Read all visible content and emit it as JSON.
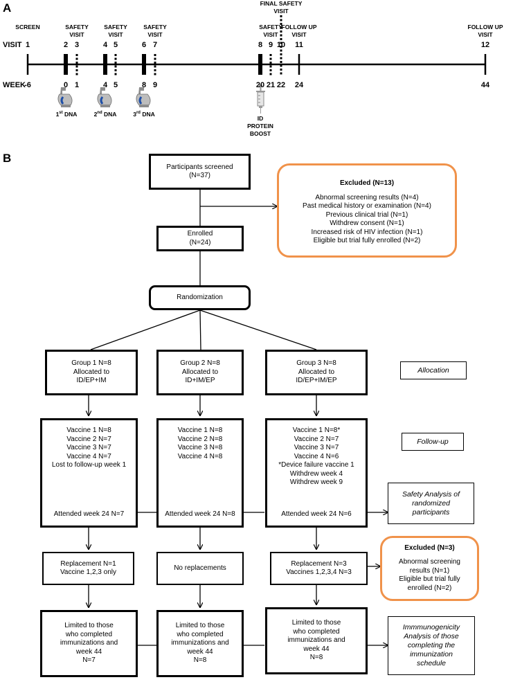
{
  "panel_a": {
    "label": "A",
    "row_visit": "VISIT",
    "row_week": "WEEK",
    "visit_labels": [
      {
        "text": "SCREEN"
      },
      {
        "text": "SAFETY\nVISIT"
      },
      {
        "text": "SAFETY\nVISIT"
      },
      {
        "text": "SAFETY\nVISIT"
      },
      {
        "text": "SAFETY\nVISIT"
      },
      {
        "text": "FINAL SAFETY\nVISIT"
      },
      {
        "text": "FOLLOW UP\nVISIT"
      },
      {
        "text": "FOLLOW UP\nVISIT"
      }
    ],
    "visits": [
      "1",
      "2",
      "3",
      "4",
      "5",
      "6",
      "7",
      "8",
      "9",
      "10",
      "11",
      "12"
    ],
    "weeks": [
      "-6",
      "0",
      "1",
      "4",
      "5",
      "8",
      "9",
      "20",
      "21",
      "22",
      "24",
      "44"
    ],
    "doses": [
      {
        "ordinal": "1",
        "suffix": "st",
        "text": " DNA"
      },
      {
        "ordinal": "2",
        "suffix": "nd",
        "text": " DNA"
      },
      {
        "ordinal": "3",
        "suffix": "rd",
        "text": " DNA"
      }
    ],
    "boost_label": [
      "ID",
      "PROTEIN",
      "BOOST"
    ]
  },
  "panel_b": {
    "label": "B",
    "screened": [
      "Participants screened",
      "(N=37)"
    ],
    "excluded_1": {
      "title": "Excluded (N=13)",
      "items": [
        "Abnormal screening results (N=4)",
        "Past medical history or examination (N=4)",
        "Previous clinical trial (N=1)",
        "Withdrew consent (N=1)",
        "Increased risk of HIV infection (N=1)",
        "Eligible but trial fully enrolled (N=2)"
      ]
    },
    "enrolled": [
      "Enrolled",
      "(N=24)"
    ],
    "randomization": "Randomization",
    "groups": [
      [
        "Group 1 N=8",
        "Allocated to",
        "ID/EP+IM"
      ],
      [
        "Group 2 N=8",
        "Allocated to",
        "ID+IM/EP"
      ],
      [
        "Group 3 N=8",
        "Allocated to",
        "ID/EP+IM/EP"
      ]
    ],
    "allocation_label": "Allocation",
    "followup_label": "Follow-up",
    "followups": [
      {
        "lines": [
          "Vaccine 1 N=8",
          "Vaccine 2 N=7",
          "Vaccine 3 N=7",
          "Vaccine 4 N=7",
          "Lost to follow-up week 1"
        ],
        "attended": "Attended week 24 N=7"
      },
      {
        "lines": [
          "Vaccine 1 N=8",
          "Vaccine 2 N=8",
          "Vaccine 3 N=8",
          "Vaccine 4 N=8"
        ],
        "attended": "Attended week 24 N=8"
      },
      {
        "lines": [
          "Vaccine 1 N=8*",
          "Vaccine 2 N=7",
          "Vaccine 3 N=7",
          "Vaccine 4 N=6",
          "*Device failure vaccine 1",
          "Withdrew week 4",
          "Withdrew week 9"
        ],
        "attended": "Attended week 24 N=6"
      }
    ],
    "safety_analysis": [
      "Safety Analysis of",
      "randomized",
      "participants"
    ],
    "replacements": [
      [
        "Replacement N=1",
        "Vaccine 1,2,3 only"
      ],
      [
        "No replacements"
      ],
      [
        "Replacement N=3",
        "Vaccines 1,2,3,4 N=3"
      ]
    ],
    "excluded_2": {
      "title": "Excluded (N=3)",
      "items": [
        "Abnormal screening",
        "results (N=1)",
        "Eligible but trial fully",
        "enrolled (N=2)"
      ]
    },
    "limited": [
      [
        "Limited to those",
        "who completed",
        "immunizations and",
        "week 44",
        "N=7"
      ],
      [
        "Limited to those",
        "who completed",
        "immunizations and",
        "week 44",
        "N=8"
      ],
      [
        "Limited to those",
        "who completed",
        "immunizations and",
        "week 44",
        "N=8"
      ]
    ],
    "immunogenicity": [
      "Immmunogenicity",
      "Analysis of those",
      "completing the",
      "immunization",
      "schedule"
    ]
  },
  "colors": {
    "line": "#000000",
    "orange_border": "#f0924a",
    "device_body": "#a9a9a9",
    "device_tip": "#1f4fa6",
    "syringe": "#9a9a9a"
  },
  "icons": {
    "dna_device": "electroporation-device-icon",
    "syringe": "syringe-icon"
  }
}
